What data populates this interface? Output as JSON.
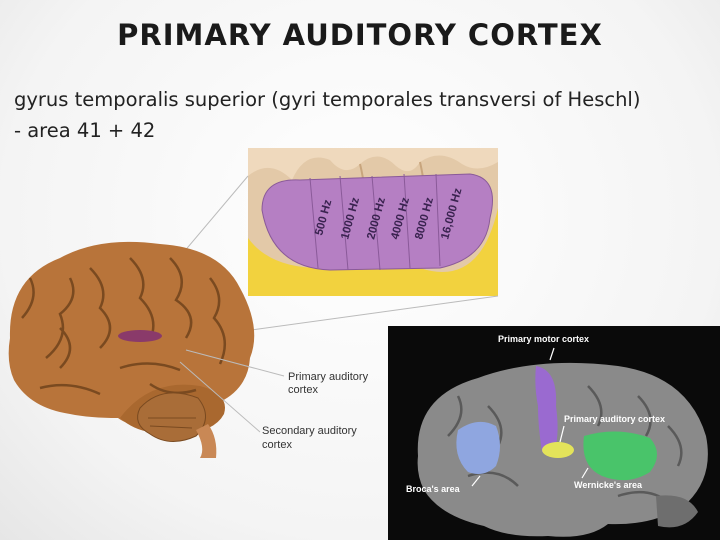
{
  "slide": {
    "title": "PRIMARY AUDITORY CORTEX",
    "subtitle_line1": "gyrus temporalis superior (gyri temporales transversi of Heschl)",
    "subtitle_line2": "- area 41 + 42"
  },
  "left_figure": {
    "frequency_labels": [
      "500 Hz",
      "1000 Hz",
      "2000 Hz",
      "4000 Hz",
      "8000 Hz",
      "16,000 Hz"
    ],
    "primary_label_line1": "Primary auditory",
    "primary_label_line2": "cortex",
    "secondary_label_line1": "Secondary auditory",
    "secondary_label_line2": "cortex"
  },
  "right_figure": {
    "primary_motor_label": "Primary motor cortex",
    "primary_auditory_label": "Primary auditory cortex",
    "broca_label": "Broca's area",
    "wernicke_label": "Wernicke's area"
  },
  "colors": {
    "tonotopic_purple": "#b57fc3",
    "tonotopic_yellow": "#f2d23e",
    "skin_tan": "#d9b890",
    "brain_brown": "#b8743a",
    "motor_purple": "#9a6ad0",
    "broca_blue": "#8fa6e0",
    "wernicke_green": "#49c46a",
    "auditory_yellow": "#e3e35a"
  }
}
